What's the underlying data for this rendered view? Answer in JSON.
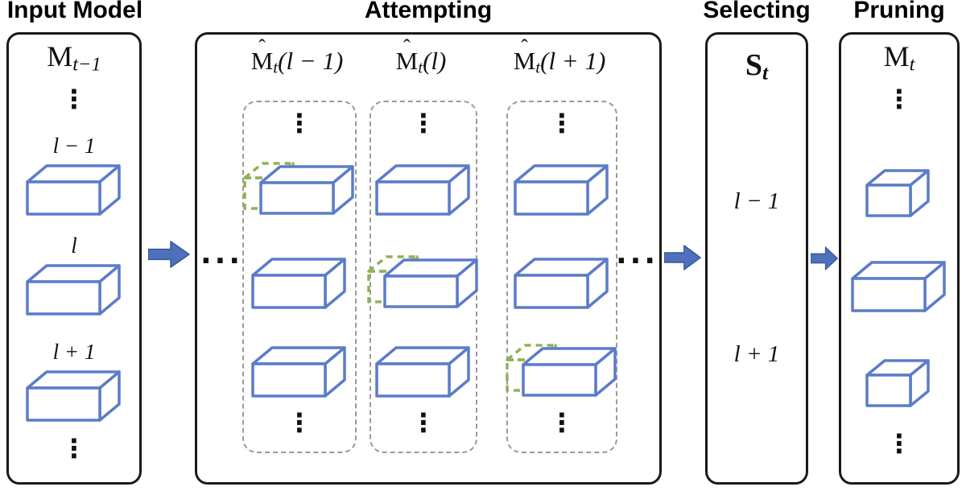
{
  "colors": {
    "box_stroke": "#5b7cc9",
    "green_dashed": "#8db356",
    "arrow_fill": "#4d71bd",
    "arrow_edge": "#3a5795",
    "panel_border": "#1a1a1a",
    "column_dashed": "#999999",
    "text": "#111111"
  },
  "titles": {
    "input": "Input Model",
    "attempting": "Attempting",
    "selecting": "Selecting",
    "pruning": "Pruning"
  },
  "input_panel": {
    "model_base": "M",
    "model_sub": "t−1",
    "dots": "⋮",
    "layer_labels": [
      "l − 1",
      "l",
      "l + 1"
    ]
  },
  "attempting_panel": {
    "side_dots": "···",
    "dots": "⋮",
    "columns": [
      {
        "hat": "ˆ",
        "base": "M",
        "sub": "t",
        "arg": "(l − 1)"
      },
      {
        "hat": "ˆ",
        "base": "M",
        "sub": "t",
        "arg": "(l)"
      },
      {
        "hat": "ˆ",
        "base": "M",
        "sub": "t",
        "arg": "(l + 1)"
      }
    ]
  },
  "selecting_panel": {
    "symbol_base": "S",
    "symbol_sub": "t",
    "rows": [
      "l − 1",
      "l + 1"
    ]
  },
  "pruning_panel": {
    "model_base": "M",
    "model_sub": "t",
    "dots": "⋮"
  }
}
